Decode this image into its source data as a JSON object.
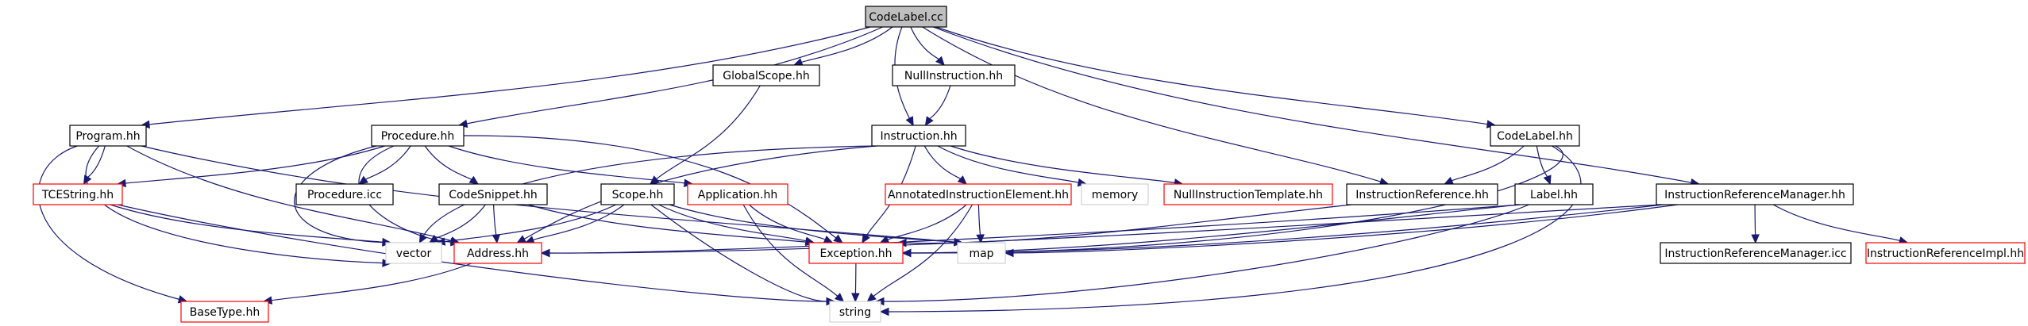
{
  "colors": {
    "edge": "#191970",
    "border_default": "#000000",
    "border_missing": "#d3d3d3",
    "border_truncated": "#ff0000",
    "root_fill": "#bfbfbf",
    "node_fill": "#ffffff"
  },
  "nodes": [
    {
      "id": "codelabel_cc",
      "label": "CodeLabel.cc",
      "kind": "root"
    },
    {
      "id": "program_hh",
      "label": "Program.hh",
      "kind": "default"
    },
    {
      "id": "globalscope_hh",
      "label": "GlobalScope.hh",
      "kind": "default"
    },
    {
      "id": "nullinstruction_hh",
      "label": "NullInstruction.hh",
      "kind": "default"
    },
    {
      "id": "procedure_hh",
      "label": "Procedure.hh",
      "kind": "default"
    },
    {
      "id": "instruction_hh",
      "label": "Instruction.hh",
      "kind": "default"
    },
    {
      "id": "codelabel_hh",
      "label": "CodeLabel.hh",
      "kind": "default"
    },
    {
      "id": "tcestring_hh",
      "label": "TCEString.hh",
      "kind": "truncated"
    },
    {
      "id": "procedure_icc",
      "label": "Procedure.icc",
      "kind": "default"
    },
    {
      "id": "codesnippet_hh",
      "label": "CodeSnippet.hh",
      "kind": "default"
    },
    {
      "id": "scope_hh",
      "label": "Scope.hh",
      "kind": "default"
    },
    {
      "id": "application_hh",
      "label": "Application.hh",
      "kind": "truncated"
    },
    {
      "id": "annotatedinstructionelement_hh",
      "label": "AnnotatedInstructionElement.hh",
      "kind": "truncated"
    },
    {
      "id": "memory",
      "label": "memory",
      "kind": "missing"
    },
    {
      "id": "nullinstructiontemplate_hh",
      "label": "NullInstructionTemplate.hh",
      "kind": "truncated"
    },
    {
      "id": "instructionreference_hh",
      "label": "InstructionReference.hh",
      "kind": "default"
    },
    {
      "id": "label_hh",
      "label": "Label.hh",
      "kind": "default"
    },
    {
      "id": "instructionreferencemanager_hh",
      "label": "InstructionReferenceManager.hh",
      "kind": "default"
    },
    {
      "id": "vector",
      "label": "vector",
      "kind": "missing"
    },
    {
      "id": "address_hh",
      "label": "Address.hh",
      "kind": "truncated"
    },
    {
      "id": "exception_hh",
      "label": "Exception.hh",
      "kind": "truncated"
    },
    {
      "id": "map",
      "label": "map",
      "kind": "missing"
    },
    {
      "id": "instructionreferencemanager_icc",
      "label": "InstructionReferenceManager.icc",
      "kind": "default"
    },
    {
      "id": "instructionreferenceimpl_hh",
      "label": "InstructionReferenceImpl.hh",
      "kind": "truncated"
    },
    {
      "id": "basetype_hh",
      "label": "BaseType.hh",
      "kind": "truncated"
    },
    {
      "id": "string",
      "label": "string",
      "kind": "missing"
    }
  ],
  "edges": [
    [
      "codelabel_cc",
      "program_hh"
    ],
    [
      "codelabel_cc",
      "globalscope_hh"
    ],
    [
      "codelabel_cc",
      "nullinstruction_hh"
    ],
    [
      "codelabel_cc",
      "procedure_hh"
    ],
    [
      "codelabel_cc",
      "instruction_hh"
    ],
    [
      "codelabel_cc",
      "codelabel_hh"
    ],
    [
      "codelabel_cc",
      "instructionreference_hh"
    ],
    [
      "codelabel_cc",
      "instructionreferencemanager_hh"
    ],
    [
      "globalscope_hh",
      "scope_hh"
    ],
    [
      "nullinstruction_hh",
      "instruction_hh"
    ],
    [
      "program_hh",
      "tcestring_hh"
    ],
    [
      "program_hh",
      "vector"
    ],
    [
      "program_hh",
      "address_hh"
    ],
    [
      "program_hh",
      "basetype_hh"
    ],
    [
      "program_hh",
      "map"
    ],
    [
      "procedure_hh",
      "tcestring_hh"
    ],
    [
      "procedure_hh",
      "procedure_icc"
    ],
    [
      "procedure_hh",
      "codesnippet_hh"
    ],
    [
      "procedure_hh",
      "application_hh"
    ],
    [
      "procedure_hh",
      "vector"
    ],
    [
      "procedure_hh",
      "address_hh"
    ],
    [
      "procedure_hh",
      "exception_hh"
    ],
    [
      "instruction_hh",
      "vector"
    ],
    [
      "instruction_hh",
      "address_hh"
    ],
    [
      "instruction_hh",
      "exception_hh"
    ],
    [
      "instruction_hh",
      "annotatedinstructionelement_hh"
    ],
    [
      "instruction_hh",
      "memory"
    ],
    [
      "instruction_hh",
      "nullinstructiontemplate_hh"
    ],
    [
      "codelabel_hh",
      "instructionreference_hh"
    ],
    [
      "codelabel_hh",
      "label_hh"
    ],
    [
      "codelabel_hh",
      "exception_hh"
    ],
    [
      "codelabel_hh",
      "string"
    ],
    [
      "tcestring_hh",
      "vector"
    ],
    [
      "tcestring_hh",
      "string"
    ],
    [
      "codesnippet_hh",
      "vector"
    ],
    [
      "codesnippet_hh",
      "address_hh"
    ],
    [
      "codesnippet_hh",
      "exception_hh"
    ],
    [
      "scope_hh",
      "vector"
    ],
    [
      "scope_hh",
      "address_hh"
    ],
    [
      "scope_hh",
      "exception_hh"
    ],
    [
      "scope_hh",
      "map"
    ],
    [
      "scope_hh",
      "string"
    ],
    [
      "application_hh",
      "exception_hh"
    ],
    [
      "application_hh",
      "string"
    ],
    [
      "annotatedinstructionelement_hh",
      "exception_hh"
    ],
    [
      "annotatedinstructionelement_hh",
      "map"
    ],
    [
      "annotatedinstructionelement_hh",
      "string"
    ],
    [
      "instructionreference_hh",
      "exception_hh"
    ],
    [
      "label_hh",
      "address_hh"
    ],
    [
      "label_hh",
      "exception_hh"
    ],
    [
      "label_hh",
      "string"
    ],
    [
      "instructionreferencemanager_hh",
      "instructionreferencemanager_icc"
    ],
    [
      "instructionreferencemanager_hh",
      "instructionreferenceimpl_hh"
    ],
    [
      "instructionreferencemanager_hh",
      "address_hh"
    ],
    [
      "instructionreferencemanager_hh",
      "exception_hh"
    ],
    [
      "instructionreferencemanager_hh",
      "map"
    ],
    [
      "address_hh",
      "basetype_hh"
    ],
    [
      "exception_hh",
      "string"
    ]
  ]
}
